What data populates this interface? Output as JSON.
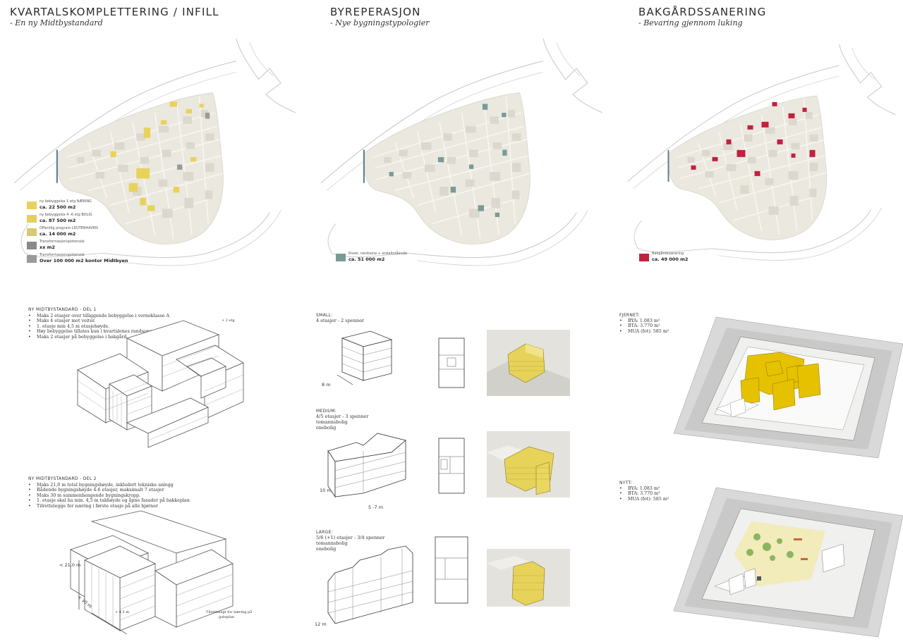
{
  "columns": [
    {
      "title": "KVARTALSKOMPLETTERING / INFILL",
      "subtitle": "- En ny Midtbystandard",
      "legend": [
        {
          "color": "#e8d25c",
          "label": "ny bebyggelse 1 etg NÆRING",
          "value": "ca. 22 500 m2"
        },
        {
          "color": "#e2cf62",
          "label": "ny bebyggelse 4 -6 etg BOLIG",
          "value": "ca. 87 500 m2"
        },
        {
          "color": "#d9c872",
          "label": "Offentlig program  LEUTENHAVEN",
          "value": "ca. 14 000 m2"
        },
        {
          "color": "#8a8a8a",
          "label": "Transformasjonspotensial",
          "value": "xx m2"
        },
        {
          "color": "#9a9a9a",
          "label": "Transformasjonspotensial",
          "value": "Over 100 000 m2 kontor Midtbyen"
        }
      ]
    },
    {
      "title": "BYREPERASJON",
      "subtitle": "- Nye bygningstypologier",
      "legend": [
        {
          "color": "#7a9a98",
          "label": "Rives; randsone + enkeltstående",
          "value": "ca. 51 000 m2"
        }
      ]
    },
    {
      "title": "BAKGÅRDSSANERING",
      "subtitle": "- Bevaring gjennom luking",
      "legend": [
        {
          "color": "#c2203f",
          "label": "Bakgårdssanering",
          "value": "ca. 49 000 m2"
        }
      ]
    }
  ],
  "del1": {
    "heading": "NY MIDTBYSTANDARD - DEL 1",
    "items": [
      "Maks 2 etasjer over tilliggende bebyggelse i verneklasse A",
      "Maks 4 etasjer mot veiter.",
      "1. etasje min 4,5 m etasjehøyde.",
      "Høy bebyggelse tillates kun i kvartalenes randsone",
      "Maks 2 etasjer på bebyggelse i bakgård"
    ],
    "annotation": "+ 2 etg"
  },
  "del2": {
    "heading": "NY MIDTBYSTANDARD - DEL 2",
    "items": [
      "Maks 21,0 m total bygningshøyde, inkludert tekniske anlegg",
      "Rådende bygningshøyde 4-6 etasjer, maksimalt 7 etasjer",
      "Maks 30 m sammenhengende bygningskropp.",
      "1. etasje skal ha min. 4,5 m takhøyde og åpne fasader på bakkeplan",
      "Tilrettelegge for næring i første etasje på alle hjørner"
    ],
    "dims": {
      "height": "< 21,0 m",
      "length": "< 30 m",
      "ground": "+ 4,5 m"
    },
    "note_line1": "Tilrettelagt for næring på",
    "note_line2": "gateplan"
  },
  "typologies": [
    {
      "name": "SMALL:",
      "lines": [
        "4 etasjer - 2 spenner"
      ],
      "dims": [
        "8 m"
      ]
    },
    {
      "name": "MEDIUM:",
      "lines": [
        "4/5 etasjer - 3 spenner",
        "tomannsbolig",
        "enebolig"
      ],
      "dims": [
        "10 m",
        "5 -7 m"
      ]
    },
    {
      "name": "LARGE:",
      "lines": [
        "5/6 (+1) etasjer - 3/4 spenner",
        "tomannsbolig",
        "enebolig"
      ],
      "dims": [
        "12 m"
      ]
    }
  ],
  "courtyards": {
    "before": {
      "heading": "FJERNET:",
      "items": [
        "BYA: 1.083 m²",
        "BTA: 3.770 m²",
        "MUA (fot): 585 m²"
      ]
    },
    "after": {
      "heading": "NYTT:",
      "items": [
        "BYA: 1.083 m²",
        "BTA: 3.770 m²",
        "MUA (fot): 585 m²"
      ]
    }
  },
  "colors": {
    "infill": "#e8d25c",
    "repair": "#7a9a98",
    "cleanup": "#c2203f",
    "map_land": "#ebe8df",
    "river_edge": "#cfcfcf"
  }
}
